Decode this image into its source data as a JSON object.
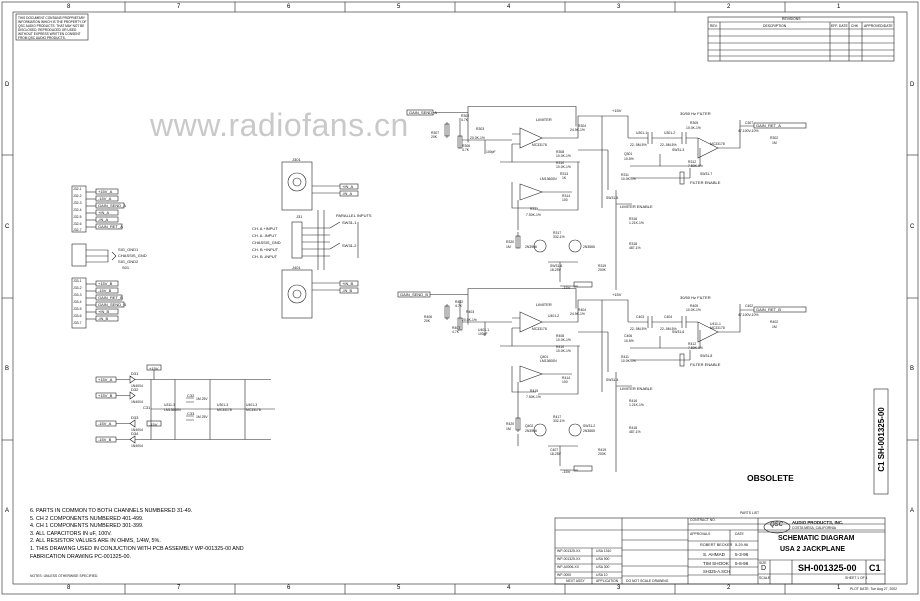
{
  "border": {
    "top_zones": [
      "8",
      "7",
      "6",
      "5",
      "4",
      "3",
      "2",
      "1"
    ],
    "side_zones": [
      "D",
      "C",
      "B",
      "A"
    ]
  },
  "proprietary_notice": "THIS DOCUMENT CONTAINS PROPRIETARY INFORMATION WHICH IS THE PROPERTY OF QSC AUDIO PRODUCTS. THAT MAY NOT BE DISCLOSED, REPRODUCED OR USED WITHOUT EXPRESS WRITTEN CONSENT FROM QSC AUDIO PRODUCTS.",
  "watermark": "www.radiofans.cn",
  "revisions": {
    "title": "REVISIONS",
    "columns": [
      "REV.",
      "DESCRIPTION",
      "EFF. DATE",
      "CHK",
      "APPROVED/DATE"
    ]
  },
  "connectors_left": {
    "group1": [
      "+15V_A",
      "-15V_A",
      "GAIN_SEND_A",
      "+IN_A",
      "-IN_A",
      "GAIN_RET_A"
    ],
    "group1_pins": [
      "J32-1",
      "J32-2",
      "J32-3",
      "J32-4",
      "J32-5",
      "J32-6",
      "J32-7"
    ],
    "gnd": [
      "SIG_GND1",
      "CHASSIS_GND",
      "SIG_GND2"
    ],
    "gnd_ref": "S01",
    "group2": [
      "+15V_B",
      "-15V_B",
      "GAIN_RET_B",
      "GAIN_SEND_B",
      "+IN_B",
      "-IN_B"
    ],
    "group2_pins": [
      "J33-1",
      "J33-2",
      "J33-3",
      "J33-4",
      "J33-5",
      "J33-6",
      "J33-7"
    ]
  },
  "jacks": {
    "top_ref": "J301",
    "mid_ref": "J31",
    "bot_ref": "J401",
    "top_out": [
      "+IN_A",
      "-IN_A"
    ],
    "bot_out": [
      "+IN_B",
      "-IN_B"
    ],
    "inputs": [
      "CH. A +INPUT",
      "CH. A -INPUT",
      "CHASSIS_GND",
      "CH. B +INPUT",
      "CH. B -INPUT"
    ],
    "switch_label": "PARALLEL INPUTS",
    "switch_a": "SW31-1",
    "switch_b": "SW31-2"
  },
  "power": {
    "rails": [
      "+15V_A",
      "+15V_B",
      "-15V_A",
      "-15V_B"
    ],
    "diodes": [
      "D31",
      "D32",
      "D33",
      "D34"
    ],
    "diode_type": "1N4004",
    "caps": [
      "C31",
      "C32",
      "C33"
    ],
    "cap_values": [
      "1M 25V",
      "1M 25V"
    ],
    "ics": [
      "U311-3",
      "U301-3",
      "U401-3"
    ],
    "ic_types": [
      "LM13600N",
      "MC33178",
      "MC33178"
    ],
    "rail_tags": [
      "+15V",
      "-15V"
    ]
  },
  "channel_a": {
    "input": "GAIN_SEND_A",
    "output": "GAIN_RET_A",
    "limiter": "LIMITER",
    "filter_title": "30/50 Hz FILTER",
    "filter_enable": "FILTER ENABLE",
    "limiter_enable": "LIMITER ENABLE",
    "parts": [
      "R302",
      "R303",
      "R304",
      "R305",
      "R306",
      "R307",
      "R308",
      "R309",
      "R310",
      "R311",
      "R312",
      "R313",
      "R314",
      "R315",
      "R316",
      "R317",
      "R318",
      "R319",
      "R320",
      "R321",
      "R322",
      "C301",
      "C302",
      "C303",
      "C304",
      "C305",
      "C306",
      "C307",
      "U301-1",
      "U301-2",
      "U311-1",
      "Q301",
      "Q302",
      "SW31-3",
      "SW31-5",
      "SW31-6",
      "SW31-7"
    ],
    "values": [
      "4.7K",
      "20K",
      "4.7K",
      "20.0K-1%",
      "10K",
      "10K",
      "24.9K-1%",
      "10.0K-1%",
      "10.0K-1%",
      "7.50K-1%",
      "100",
      "1K",
      "1.21K-1%",
      "1M",
      "20.0K-1%",
      "47-100V-10%",
      "22-.5M-5%",
      "10-5%",
      "100pF",
      "MC33178",
      "LM13600N",
      "2N3906",
      "2N3565",
      "2K",
      "200K",
      "18-25V",
      "332-1%",
      "487-1%",
      "+15V",
      "-15V"
    ]
  },
  "channel_b": {
    "input": "GAIN_SEND_B",
    "output": "GAIN_RET_B",
    "limiter": "LIMITER",
    "filter_title": "30/50 Hz FILTER",
    "filter_enable": "FILTER ENABLE",
    "limiter_enable": "LIMITER ENABLE",
    "parts": [
      "R402",
      "R403",
      "R404",
      "R405",
      "R406",
      "R407",
      "R408",
      "R409",
      "R410",
      "R411",
      "R412",
      "R413",
      "R414",
      "R415",
      "R416",
      "R417",
      "R418",
      "R419",
      "R420",
      "R421",
      "C401",
      "C402",
      "C403",
      "C404",
      "C405",
      "C406",
      "C407",
      "U401-1",
      "U401-2",
      "U411-1",
      "Q401",
      "Q402",
      "SW31-2",
      "SW31-4",
      "SW31-6",
      "SW31-8"
    ],
    "values": [
      "4.7K",
      "20K",
      "4.7K",
      "20.0K-1%",
      "10K",
      "24.9K-1%",
      "10.0K-1%",
      "10.0K-1%",
      "7.50K-1%",
      "100",
      "1.21K-1%",
      "1M",
      "20.0K-1%",
      "47-100V-10%",
      "22-.5M-5%",
      "10-5%",
      "100pF",
      "MC33178",
      "LM13600N",
      "2N3906",
      "2N3565",
      "2K",
      "200K",
      "18-25V",
      "332-1%",
      "487-1%",
      "+15V",
      "-15V"
    ]
  },
  "obsolete": "OBSOLETE",
  "notes": [
    "6. PARTS IN COMMON TO BOTH CHANNELS NUMBERED 31-49.",
    "5. CH 2 COMPONENTS NUMBERED 401-499.",
    "4. CH 1 COMPONENTS NUMBERED 301-399.",
    "3. ALL CAPACITORS IN uF, 100V.",
    "2. ALL RESISTOR VALUES ARE IN OHMS, 1/4W, 5%.",
    "1. THIS DRAWING USED IN CONJUCTION WITH PCB ASSEMBLY WP-001325-00 AND",
    "   FABRICATION DRAWING PC-001325-00."
  ],
  "notes_footer": "NOTES: UNLESS OTHERWISE SPECIFIED.",
  "title_block": {
    "company": "AUDIO PRODUCTS, INC.",
    "city": "COSTA MESA, CALIFORNIA",
    "logo": "QSC",
    "title1": "SCHEMATIC DIAGRAM",
    "title2": "USA 2 JACKPLANE",
    "drawing_no": "SH-001325-00",
    "rev": "C1",
    "side_label": "C1 SH-001325-00",
    "size": "D",
    "sheet": "SHEET 1 OF 1",
    "parts_list": "PARTS LIST",
    "contract_no": "CONTRACT NO.",
    "approvals": "APPROVALS",
    "date": "DATE",
    "drawn": "ROBERT BECKER",
    "drawn_date": "5-29-96",
    "checked": "S. AHMAD",
    "checked_date": "5-3-96",
    "issued": "TIM SHOOK",
    "issued_date": "5-8-96",
    "source_file": "SH325-A.SCH",
    "scale": "SCALE",
    "assembly_rows": [
      "WP-001325-XX",
      "WP-001325-XX",
      "WP-A0006-XX",
      "WP-0000"
    ],
    "usa_rows": [
      "USA 1310",
      "USA 900",
      "USA 300",
      "USA 10"
    ],
    "next_assy": "NEXT ASSY",
    "application": "APPLICATION",
    "do_not_scale": "DO NOT SCALE DRAWING",
    "plot_date": "PLOT DATE: Tue Aug 27, 2002"
  }
}
